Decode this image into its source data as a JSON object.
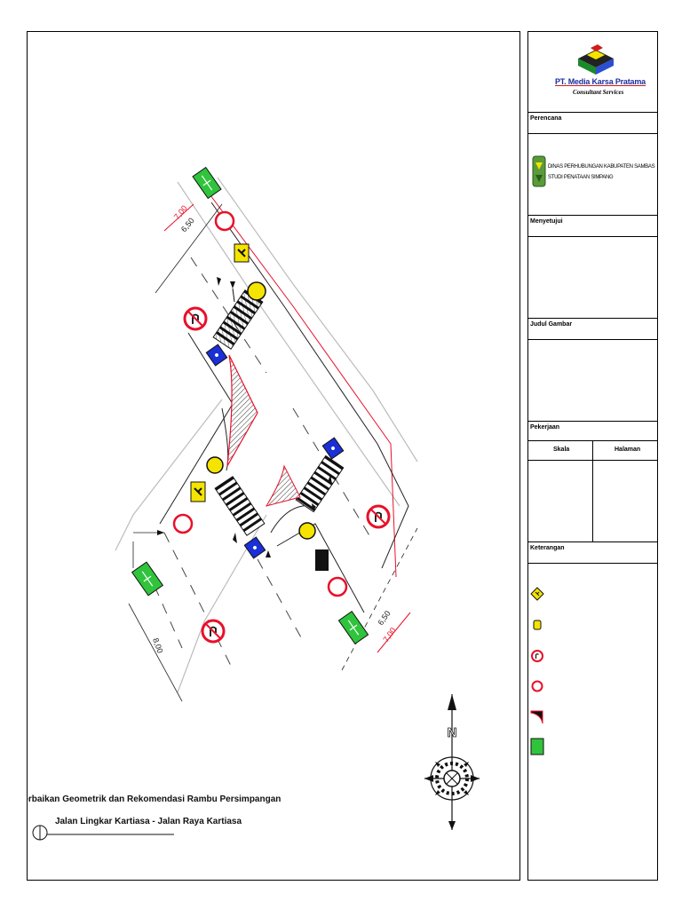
{
  "company": {
    "name": "PT. Media Karsa Pratama",
    "tagline": "Consultant Services"
  },
  "title_block": {
    "perencana_label": "Perencana",
    "agency_line1": "DINAS PERHUBUNGAN KABUPATEN SAMBAS",
    "agency_line2": "STUDI PENATAAN SIMPANG",
    "menyetujui_label": "Menyetujui",
    "judul_label": "Judul Gambar",
    "pekerjaan_label": "Pekerjaan",
    "skala_label": "Skala",
    "halaman_label": "Halaman",
    "keterangan_label": "Keterangan"
  },
  "drawing": {
    "title_line1": "Perbaikan Geometrik dan Rekomendasi Rambu Persimpangan",
    "title_line2": "Jalan Lingkar Kartiasa - Jalan Raya Kartiasa",
    "north_label": "N",
    "dimensions": {
      "top_red": "7,00",
      "top_black": "6,50",
      "right_black": "6,50",
      "right_red": "7,00",
      "left_black": "8,00"
    }
  },
  "colors": {
    "sign_red": "#e8102a",
    "sign_yellow": "#f4e400",
    "sign_blue": "#1a2fd6",
    "sign_green": "#2fc43b",
    "logo_red": "#cc1b1b",
    "agency_green": "#5a9a3a"
  },
  "legend": [
    {
      "icon": "warning-diamond-icon"
    },
    {
      "icon": "yellow-signal-icon"
    },
    {
      "icon": "no-uturn-sign-icon"
    },
    {
      "icon": "prohibition-circle-icon"
    },
    {
      "icon": "channelization-hatch-icon"
    },
    {
      "icon": "green-direction-sign-icon"
    }
  ]
}
